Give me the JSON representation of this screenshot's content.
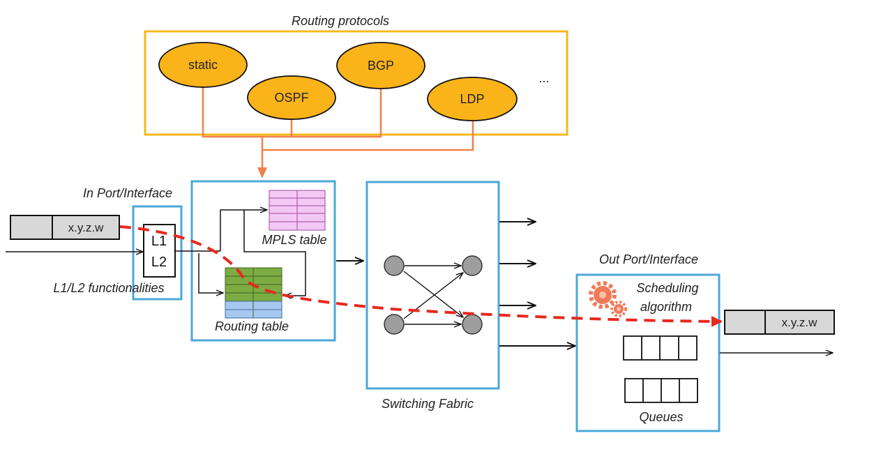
{
  "labels": {
    "routing_protocols": "Routing protocols",
    "in_port": "In Port/Interface",
    "l1l2_functionalities": "L1/L2 functionalities",
    "mpls_table": "MPLS table",
    "routing_table": "Routing table",
    "switching_fabric": "Switching Fabric",
    "out_port": "Out Port/Interface",
    "scheduling_line1": "Scheduling",
    "scheduling_line2": "algorithm",
    "queues": "Queues"
  },
  "protocols": {
    "static": "static",
    "ospf": "OSPF",
    "bgp": "BGP",
    "ldp": "LDP",
    "more": "..."
  },
  "layers": {
    "l1": "L1",
    "l2": "L2"
  },
  "packets": {
    "incoming_address": "x.y.z.w",
    "outgoing_address": "x.y.z.w"
  },
  "colors": {
    "protocol_box": "#f5b81b",
    "protocol_ellipse": "#fbb31a",
    "connector": "#f0804a",
    "component_box": "#4aa8d8",
    "packet_path": "#e8281e",
    "mpls_table": "#f4c8f4",
    "routing_table_green": "#7cab44",
    "routing_table_blue": "#a6c8f0",
    "packet_gray": "#d8d8d8",
    "gear": "#f07a58"
  },
  "icons": {
    "scheduler": "gear-icon"
  }
}
